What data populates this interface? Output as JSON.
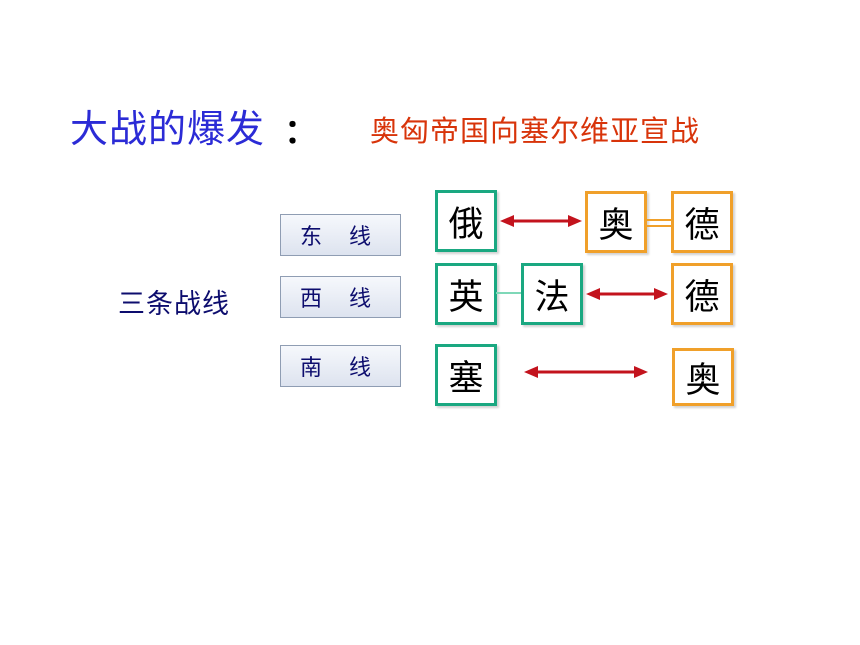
{
  "header": {
    "title": "大战的爆发",
    "colon": "：",
    "subtitle": "奥匈帝国向塞尔维亚宣战"
  },
  "fronts_label": "三条战线",
  "fronts": [
    {
      "label": "东 线",
      "left": "俄",
      "right": [
        "奥",
        "德"
      ]
    },
    {
      "label": "西 线",
      "left": [
        "英",
        "法"
      ],
      "right": "德"
    },
    {
      "label": "南 线",
      "left": "塞",
      "right": "奥"
    }
  ],
  "colors": {
    "title": "#2b2bd6",
    "subtitle": "#d8340a",
    "allied_border": "#1aa881",
    "central_border": "#f0a02a",
    "arrow": "#c3131d"
  }
}
